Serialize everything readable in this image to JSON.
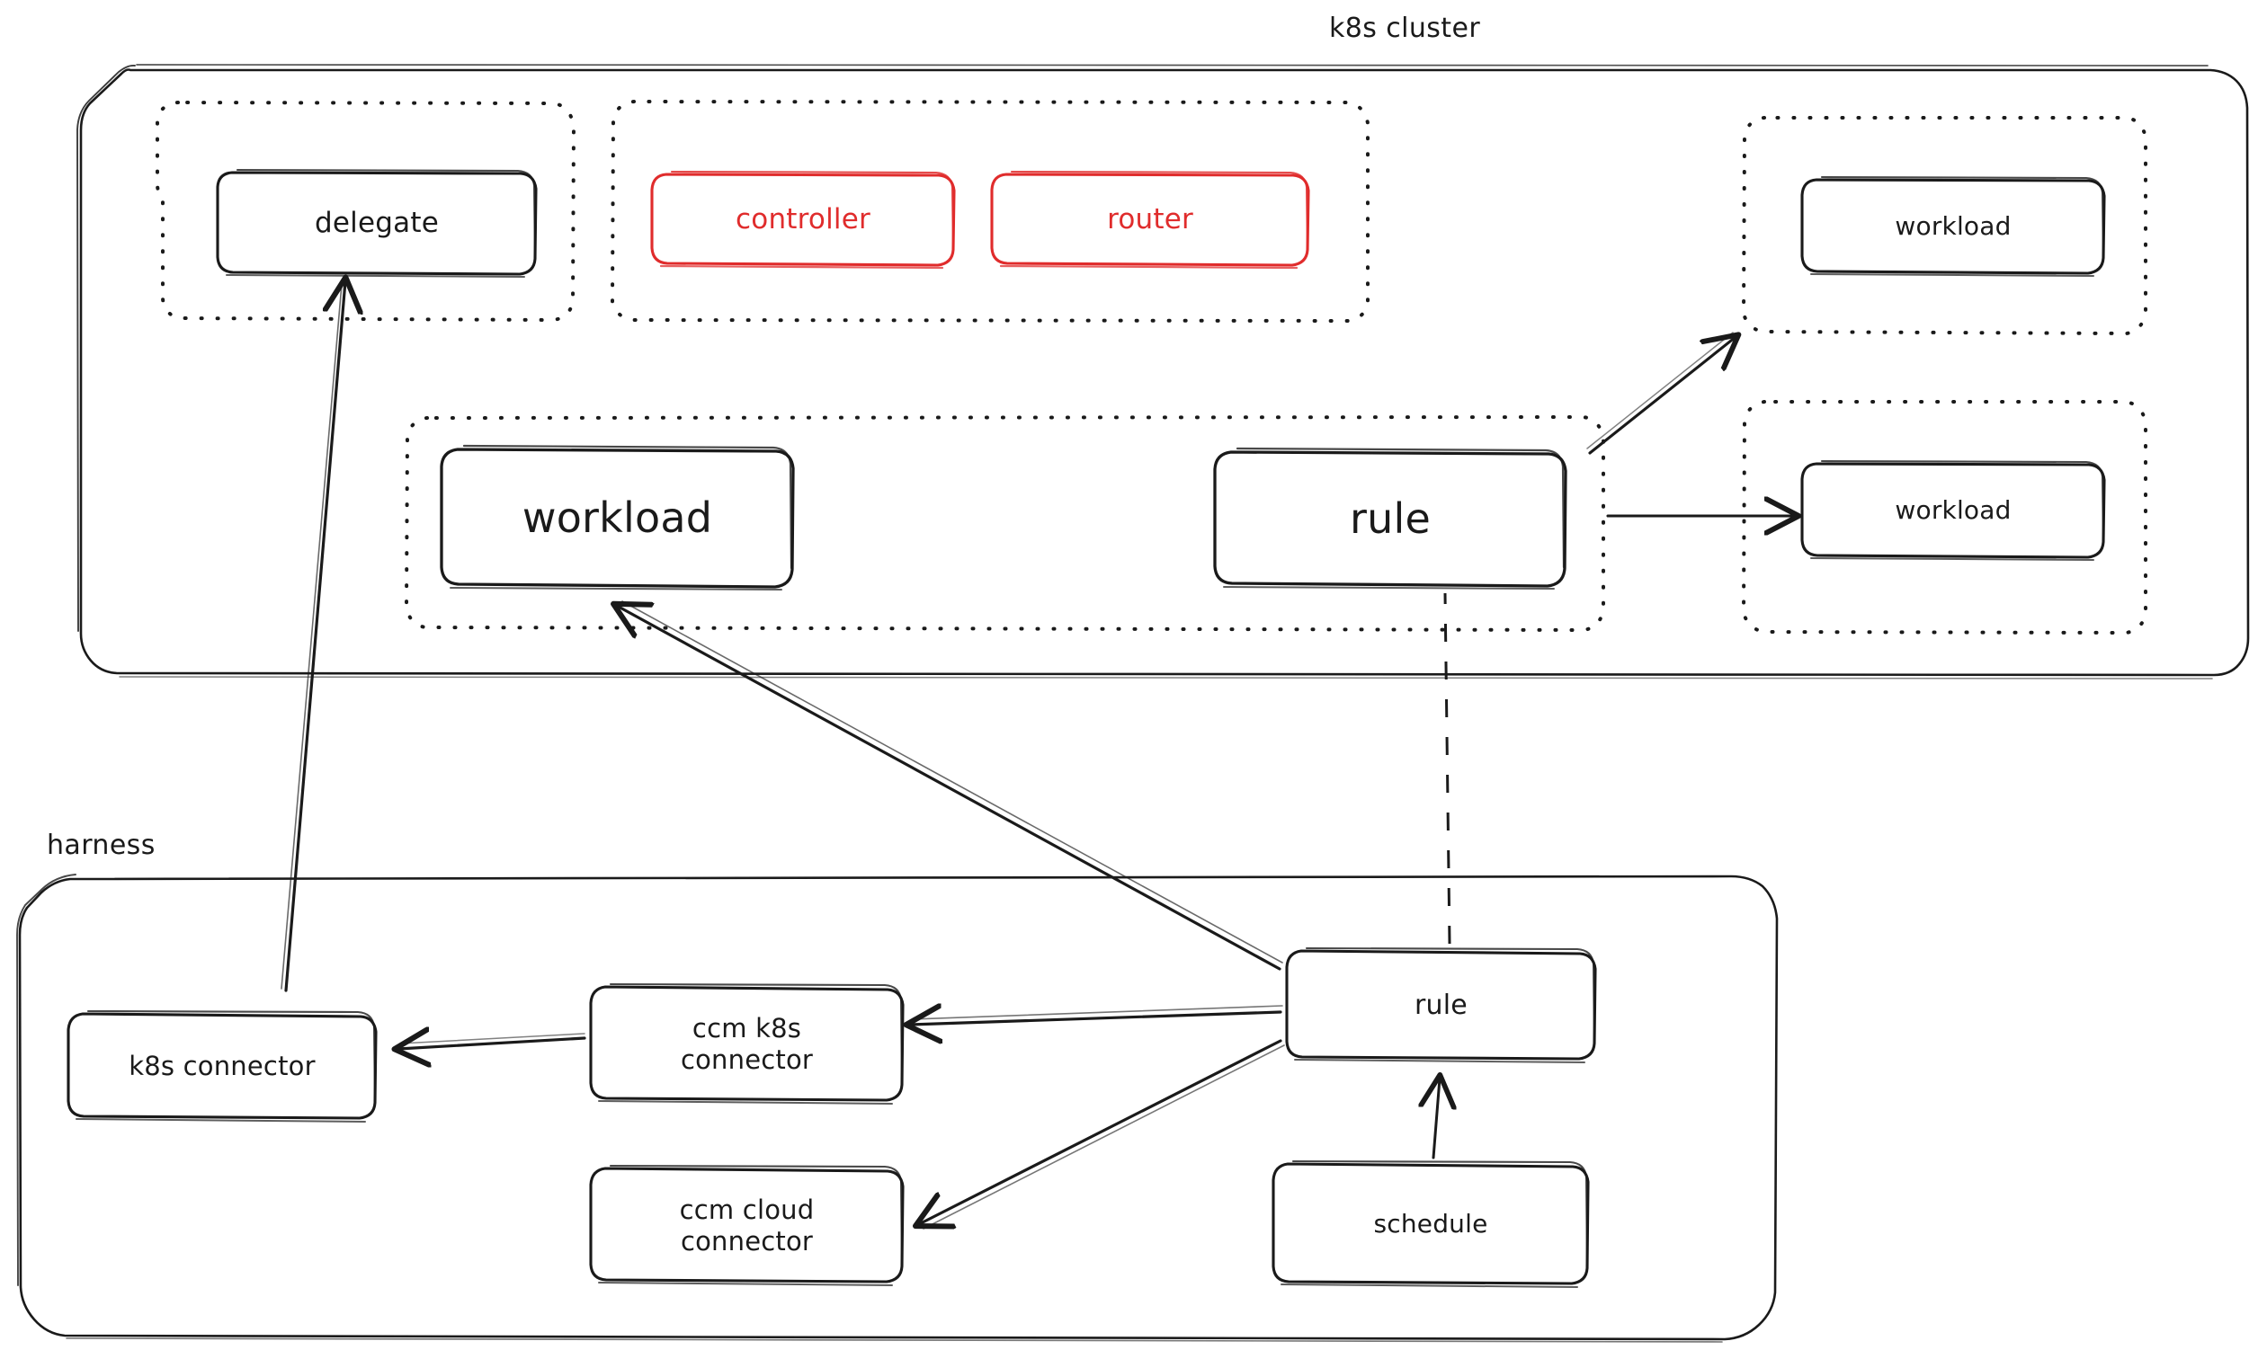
{
  "diagram": {
    "title_k8s": "k8s cluster",
    "title_harness": "harness",
    "colors": {
      "stroke": "#1a1a1a",
      "red": "#e02c2c",
      "background": "#ffffff"
    }
  },
  "k8s_cluster": {
    "label": "k8s cluster",
    "groups": [
      {
        "name": "delegate-group",
        "nodes": [
          {
            "label": "delegate",
            "style": "solid-black"
          }
        ]
      },
      {
        "name": "controller-router-group",
        "nodes": [
          {
            "label": "controller",
            "style": "solid-red"
          },
          {
            "label": "router",
            "style": "solid-red"
          }
        ]
      },
      {
        "name": "workload-group-top-right",
        "nodes": [
          {
            "label": "workload",
            "style": "solid-black"
          }
        ]
      },
      {
        "name": "workload-rule-group",
        "nodes": [
          {
            "label": "workload",
            "style": "solid-black"
          },
          {
            "label": "rule",
            "style": "solid-black"
          }
        ]
      },
      {
        "name": "workload-group-bottom-right",
        "nodes": [
          {
            "label": "workload",
            "style": "solid-black"
          }
        ]
      }
    ]
  },
  "harness": {
    "label": "harness",
    "nodes": [
      {
        "label": "k8s connector",
        "style": "solid-black"
      },
      {
        "label": "ccm k8s\nconnector",
        "style": "solid-black"
      },
      {
        "label": "ccm cloud\nconnector",
        "style": "solid-black"
      },
      {
        "label": "rule",
        "style": "solid-black"
      },
      {
        "label": "schedule",
        "style": "solid-black"
      }
    ]
  },
  "edges": [
    {
      "from": "k8s connector",
      "to": "delegate",
      "style": "solid-arrow"
    },
    {
      "from": "harness rule",
      "to": "workload (k8s)",
      "style": "solid-arrow"
    },
    {
      "from": "harness rule",
      "to": "ccm k8s connector",
      "style": "solid-arrow"
    },
    {
      "from": "harness rule",
      "to": "ccm cloud connector",
      "style": "solid-arrow"
    },
    {
      "from": "ccm k8s connector",
      "to": "k8s connector",
      "style": "solid-arrow"
    },
    {
      "from": "schedule",
      "to": "harness rule",
      "style": "solid-arrow"
    },
    {
      "from": "harness rule",
      "to": "k8s rule",
      "style": "dashed-line"
    },
    {
      "from": "k8s rule",
      "to": "workload (top right)",
      "style": "solid-arrow"
    },
    {
      "from": "k8s rule",
      "to": "workload (bottom right)",
      "style": "solid-arrow"
    }
  ]
}
